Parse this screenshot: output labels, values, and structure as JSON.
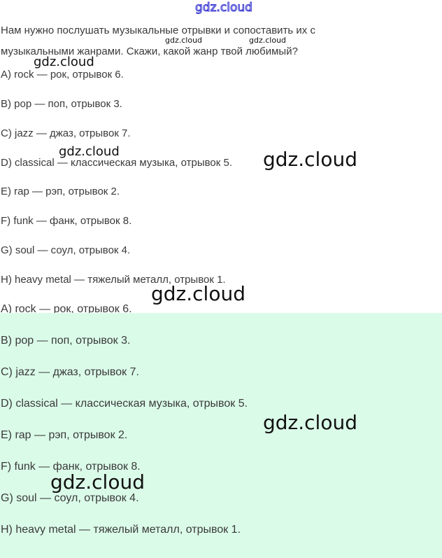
{
  "watermark": "gdz.cloud",
  "question": [
    "Нам нужно послушать музыкальные отрывки и сопоставить их с",
    "музыкальными жанрами. Скажи, какой жанр твой любимый?"
  ],
  "answers": [
    "A) rock — рок, отрывок 6.",
    "B) pop — поп, отрывок 3.",
    "C) jazz — джаз, отрывок 7.",
    "D) classical — классическая музыка, отрывок 5.",
    "E) rap — рэп, отрывок 2.",
    "F) funk — фанк, отрывок 8.",
    "G) soul — соул, отрывок 4.",
    "H) heavy metal — тяжелый металл, отрывок 1."
  ],
  "colors": {
    "answer_bg": "#dbfbe9"
  }
}
